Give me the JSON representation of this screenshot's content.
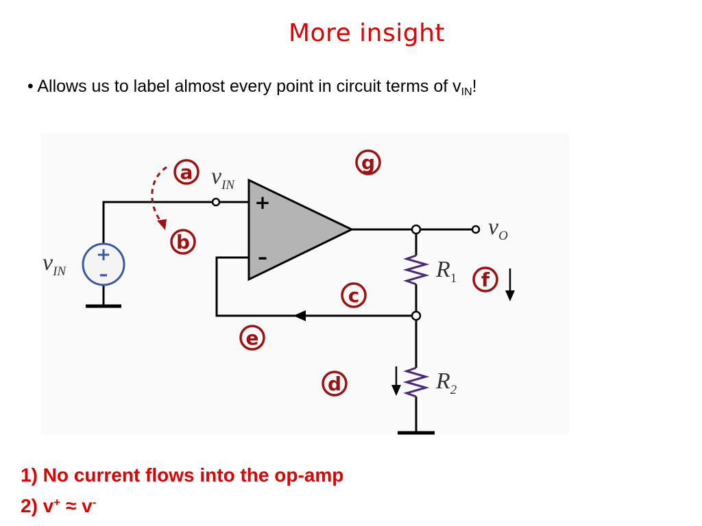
{
  "slide": {
    "title": "More insight",
    "bullet": {
      "marker": "•",
      "text": "Allows us to label almost every point in circuit terms of v",
      "subscript": "IN",
      "suffix": "!"
    },
    "rules": [
      {
        "text": "1) No current flows into the op-amp"
      },
      {
        "base": "2) v",
        "sup_plus": "+",
        "approx": " ≈ v",
        "sup_minus": "-"
      }
    ]
  },
  "diagram": {
    "source_label": {
      "main": "v",
      "sub": "IN"
    },
    "input_label": {
      "main": "v",
      "sub": "IN"
    },
    "output_label": {
      "main": "v",
      "sub": "O"
    },
    "r1_label": {
      "main": "R",
      "sub": "1"
    },
    "r2_label": {
      "main": "R",
      "sub": "2"
    },
    "opamp_plus": "+",
    "opamp_minus": "–",
    "source_plus": "+",
    "source_minus": "–",
    "node_markers": [
      "a",
      "b",
      "c",
      "d",
      "e",
      "f",
      "g"
    ],
    "colors": {
      "title": "#e00000",
      "rules": "#e00000",
      "markers": "#a01010",
      "opamp_fill": "#b4b4b4",
      "resistor": "#4b2a7a"
    }
  }
}
